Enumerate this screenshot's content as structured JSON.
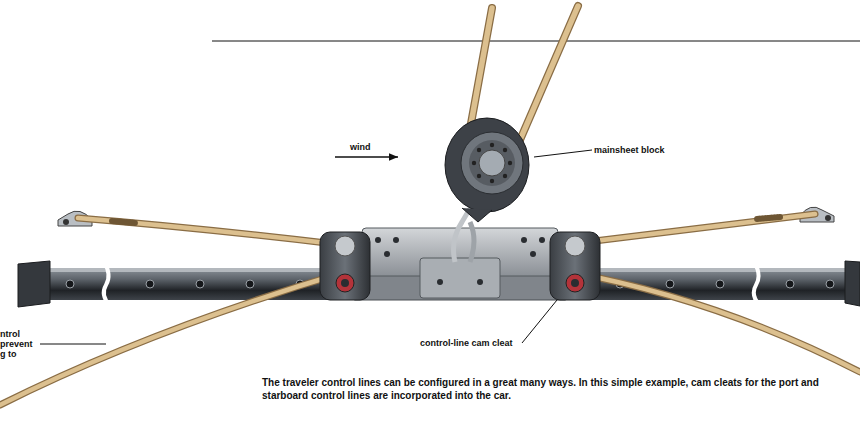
{
  "diagram": {
    "caption": "The traveler control lines can be configured in a great many ways. In this simple example, cam cleats for the port and starboard control lines are incorporated into the car.",
    "labels": [
      "wind",
      "mainsheet block",
      "control-line cam cleat",
      "ntrol prevent g to"
    ]
  }
}
